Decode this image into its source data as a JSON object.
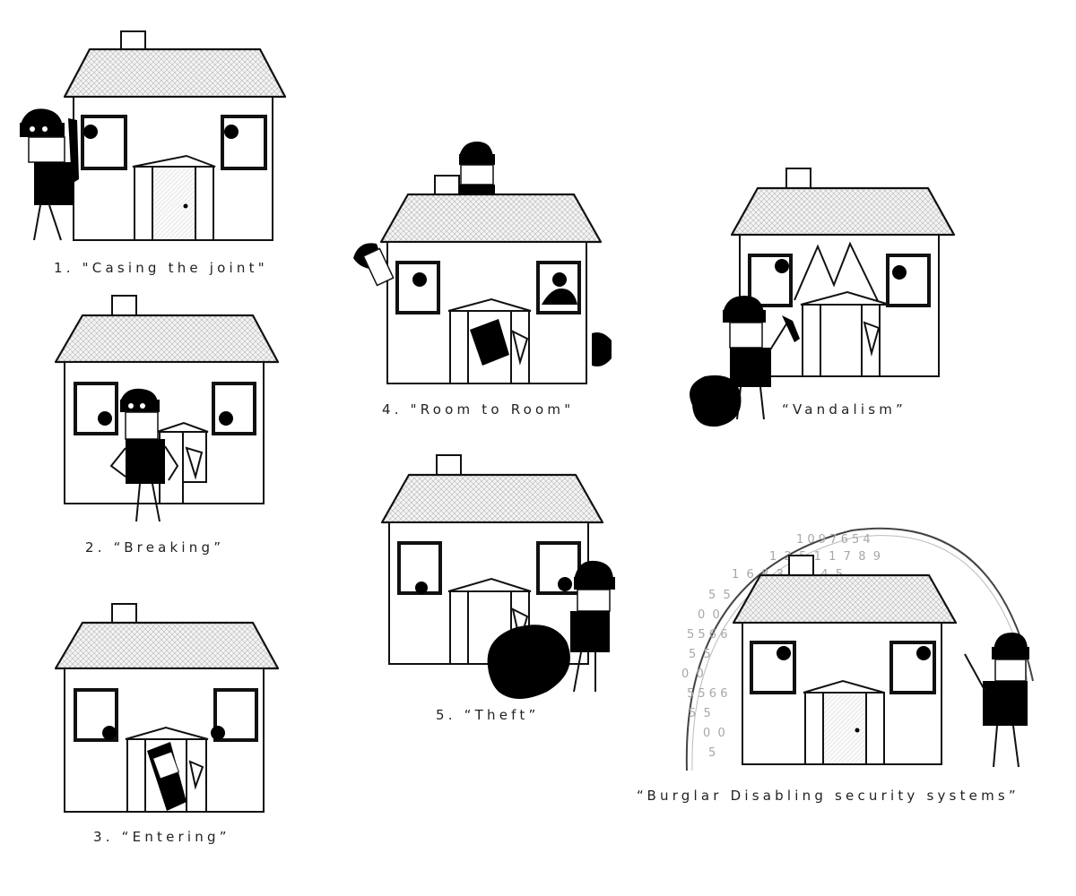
{
  "captions": {
    "casing": "1. \"Casing the joint\"",
    "breaking": "2. “Breaking”",
    "entering": "3. “Entering”",
    "room": "4. \"Room to Room\"",
    "vandalism": "“Vandalism”",
    "theft": "5. “Theft”",
    "security": "“Burglar Disabling security systems”"
  },
  "security_digits": [
    "1 0 9 7 6 5 4",
    "1  2  5  1  1  7  8  9",
    "1  6  8  3  2  3  4  5",
    "5  5               9  9",
    "0  0               4  7",
    "5 5 6 6            3 4 4 5",
    "5  5               3  9",
    "0  0",
    "5 5 6 6            3 4 4",
    "5  5               9",
    "0  0               4  7",
    "5                  3  3"
  ],
  "colors": {
    "ink": "#000000",
    "line": "#111111",
    "paper": "#ffffff",
    "digits": "#a7a7a7"
  },
  "icons": [
    "burglar-icon",
    "house-icon",
    "loot-bag-icon",
    "crowbar-icon"
  ]
}
